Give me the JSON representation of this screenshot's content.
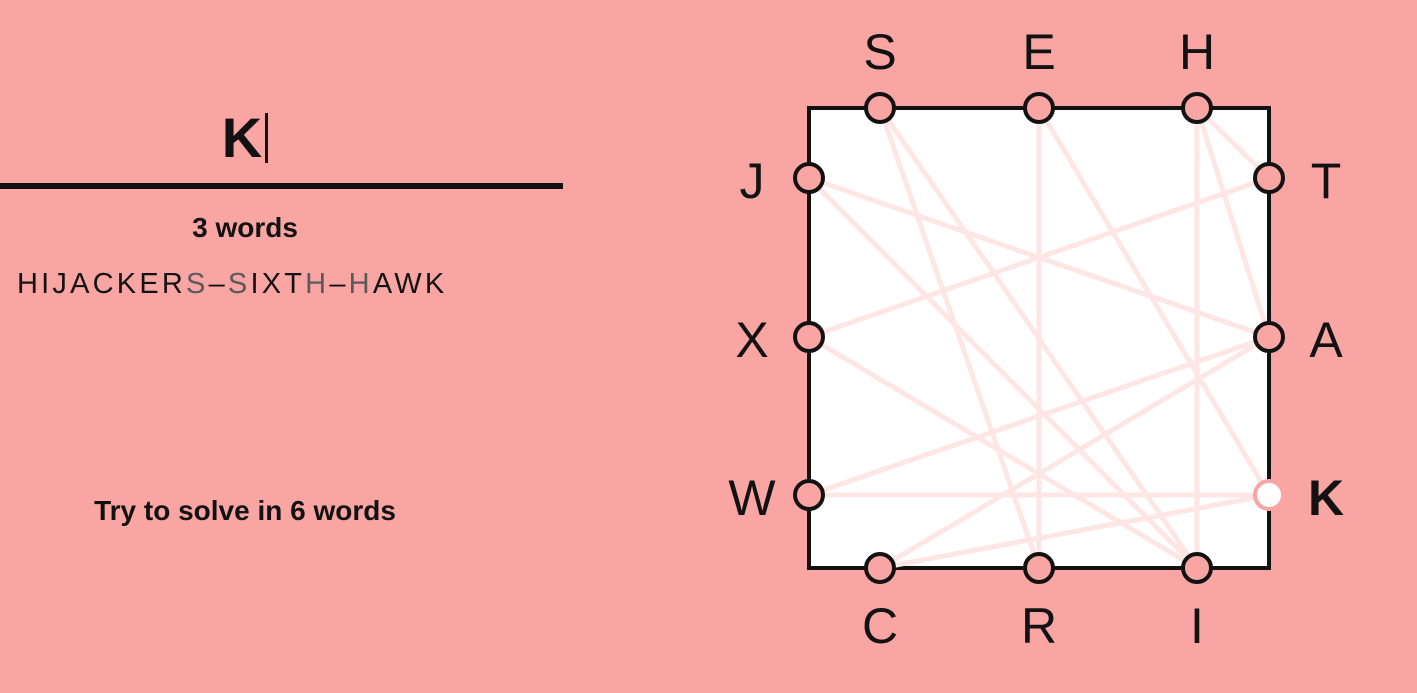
{
  "input": {
    "current_word": "K"
  },
  "progress": {
    "word_count": "3 words",
    "solved": [
      {
        "main": "HIJACKER",
        "link_end": "S"
      },
      {
        "link_start": "S",
        "main": "IXT",
        "link_end": "H"
      },
      {
        "link_start": "H",
        "main": "AWK"
      }
    ],
    "separator": "–"
  },
  "goal": {
    "text": "Try to solve in 6 words"
  },
  "board": {
    "sides": {
      "top": [
        "S",
        "E",
        "H"
      ],
      "right": [
        "T",
        "A",
        "K"
      ],
      "bottom": [
        "C",
        "R",
        "I"
      ],
      "left": [
        "J",
        "X",
        "W"
      ]
    },
    "active_letter": "K",
    "colors": {
      "background": "#f9a5a4",
      "box_fill": "#ffffff",
      "stroke": "#121212",
      "dot_fill": "#f9a5a4",
      "path_line": "#fde6e4",
      "active_dot": "#ffffff"
    },
    "played_paths": [
      [
        "H",
        "I",
        "J",
        "A",
        "C",
        "K",
        "E",
        "R",
        "S"
      ],
      [
        "S",
        "I",
        "X",
        "T",
        "H"
      ],
      [
        "H",
        "A",
        "W",
        "K"
      ]
    ]
  }
}
